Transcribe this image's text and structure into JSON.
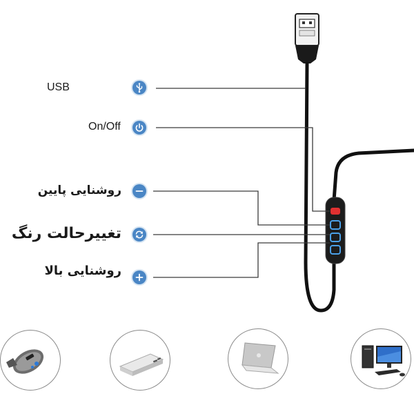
{
  "labels": {
    "usb": "USB",
    "on_off": "On/Off",
    "brightness_down": "روشنایی پایین",
    "color_mode": "تغییرحالت رنگ",
    "brightness_up": "روشنایی بالا"
  },
  "icons": {
    "usb": "usb-icon",
    "power": "power-icon",
    "minus": "minus-icon",
    "cycle": "cycle-arrows-icon",
    "plus": "plus-icon"
  },
  "compatible_devices": [
    "car-charger",
    "power-bank",
    "laptop",
    "desktop-computer"
  ],
  "colors": {
    "icon_blue": "#4a86c5",
    "line": "#3a3a3a",
    "cable": "#111111",
    "button_blue": "#4aa0e8",
    "button_red": "#e03030"
  }
}
